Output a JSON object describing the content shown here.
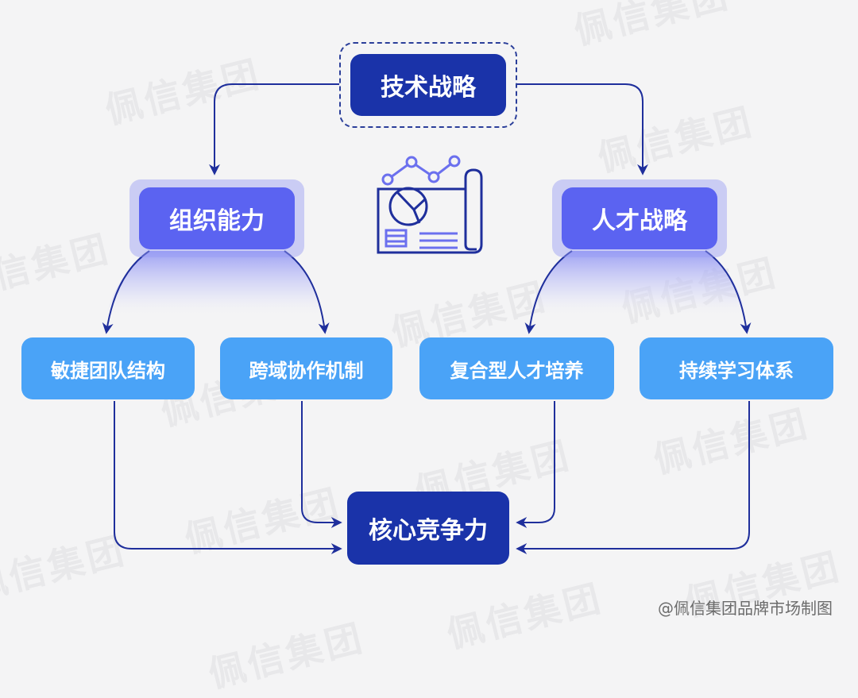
{
  "diagram": {
    "root": {
      "label": "技术战略"
    },
    "branches": [
      {
        "label": "组织能力",
        "children": [
          "敏捷团队结构",
          "跨域协作机制"
        ]
      },
      {
        "label": "人才战略",
        "children": [
          "复合型人才培养",
          "持续学习体系"
        ]
      }
    ],
    "result": {
      "label": "核心竞争力"
    },
    "center_icon": "report-chart-icon",
    "watermark": "佩信集团",
    "credit": "@佩信集团品牌市场制图"
  },
  "colors": {
    "background": "#f4f4f5",
    "root_fill": "#1a33a9",
    "branch_fill": "#5b63f1",
    "leaf_fill": "#4aa3f7",
    "connector": "#1f2f9c"
  }
}
